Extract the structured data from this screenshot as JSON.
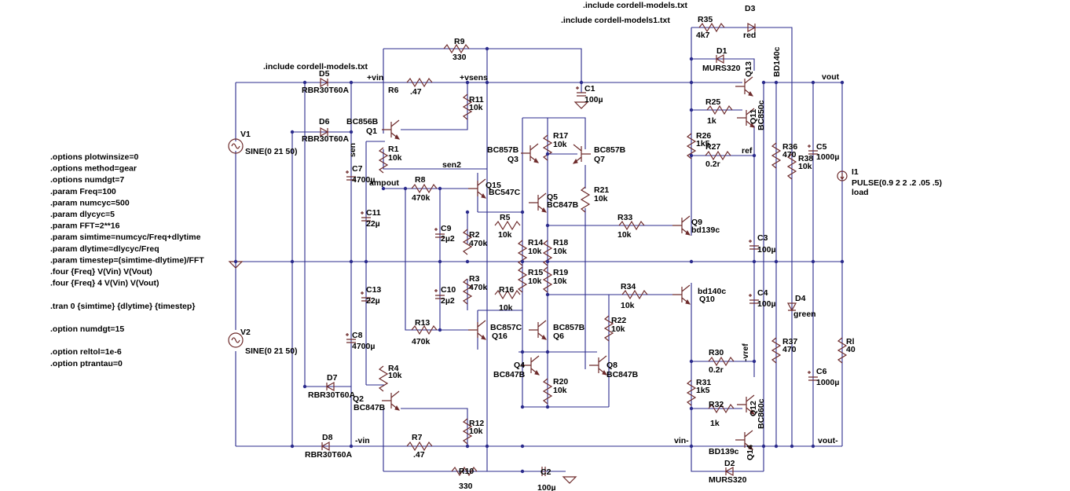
{
  "directives_top": [
    ".include cordell-models.txt",
    ".include cordell-models1.txt"
  ],
  "directive_left_include": ".include cordell-models.txt",
  "spice_directives": [
    ".options plotwinsize=0",
    ".options method=gear",
    ".options numdgt=7",
    ".param Freq=100",
    ".param numcyc=500",
    ".param dlycyc=5",
    ".param FFT=2**16",
    ".param simtime=numcyc/Freq+dlytime",
    ".param dlytime=dlycyc/Freq",
    ".param timestep=(simtime-dlytime)/FFT",
    ".four {Freq} V(Vin) V(Vout)",
    ".four {Freq} 4 V(Vin) V(Vout)",
    "",
    ".tran 0 {simtime} {dlytime} {timestep}",
    "",
    ".option numdgt=15",
    "",
    ".option reltol=1e-6",
    ".option ptrantau=0"
  ],
  "labels": [
    {
      "id": "V1",
      "text": "V1"
    },
    {
      "id": "V1v",
      "text": "SINE(0 21 50)"
    },
    {
      "id": "V2",
      "text": "V2"
    },
    {
      "id": "V2v",
      "text": "SINE(0 21 50)"
    },
    {
      "id": "D5",
      "text": "D5"
    },
    {
      "id": "D5v",
      "text": "RBR30T60A"
    },
    {
      "id": "D6",
      "text": "D6"
    },
    {
      "id": "D6v",
      "text": "RBR30T60A"
    },
    {
      "id": "D7",
      "text": "D7"
    },
    {
      "id": "D7v",
      "text": "RBR30T60A"
    },
    {
      "id": "D8",
      "text": "D8"
    },
    {
      "id": "D8v",
      "text": "RBR30T60A"
    },
    {
      "id": "C7",
      "text": "C7"
    },
    {
      "id": "C7v",
      "text": "4700µ"
    },
    {
      "id": "C8",
      "text": "C8"
    },
    {
      "id": "C8v",
      "text": "4700µ"
    },
    {
      "id": "C11",
      "text": "C11"
    },
    {
      "id": "C11v",
      "text": "22µ"
    },
    {
      "id": "C13",
      "text": "C13"
    },
    {
      "id": "C13v",
      "text": "22µ"
    },
    {
      "id": "vin",
      "text": "+vin"
    },
    {
      "id": "mvin",
      "text": "-vin"
    },
    {
      "id": "vsens",
      "text": "+vsens"
    },
    {
      "id": "R6",
      "text": "R6"
    },
    {
      "id": "R6v",
      "text": ".47"
    },
    {
      "id": "R7",
      "text": "R7"
    },
    {
      "id": "R7v",
      "text": ".47"
    },
    {
      "id": "R9",
      "text": "R9"
    },
    {
      "id": "R9v",
      "text": "330"
    },
    {
      "id": "R10",
      "text": "R10"
    },
    {
      "id": "R10v",
      "text": "330"
    },
    {
      "id": "C1",
      "text": "C1"
    },
    {
      "id": "C1v",
      "text": "100µ"
    },
    {
      "id": "C2",
      "text": "C2"
    },
    {
      "id": "C2v",
      "text": "100µ"
    },
    {
      "id": "R11",
      "text": "R11"
    },
    {
      "id": "R11v",
      "text": "10k"
    },
    {
      "id": "R12",
      "text": "R12"
    },
    {
      "id": "R12v",
      "text": "10k"
    },
    {
      "id": "Q1t",
      "text": "BC856B"
    },
    {
      "id": "Q1",
      "text": "Q1"
    },
    {
      "id": "sen",
      "text": "sen"
    },
    {
      "id": "sen2",
      "text": "sen2"
    },
    {
      "id": "R1",
      "text": "R1"
    },
    {
      "id": "R1v",
      "text": "10k"
    },
    {
      "id": "ampout",
      "text": "ampout"
    },
    {
      "id": "R8",
      "text": "R8"
    },
    {
      "id": "R8v",
      "text": "470k"
    },
    {
      "id": "R13",
      "text": "R13"
    },
    {
      "id": "R13v",
      "text": "470k"
    },
    {
      "id": "R4",
      "text": "R4"
    },
    {
      "id": "R4v",
      "text": "10k"
    },
    {
      "id": "Q2",
      "text": "Q2"
    },
    {
      "id": "Q2t",
      "text": "BC847B"
    },
    {
      "id": "Q3t",
      "text": "BC857B"
    },
    {
      "id": "Q3",
      "text": "Q3"
    },
    {
      "id": "Q15",
      "text": "Q15"
    },
    {
      "id": "Q15t",
      "text": "BC547C"
    },
    {
      "id": "C9",
      "text": "C9"
    },
    {
      "id": "C9v",
      "text": "2µ2"
    },
    {
      "id": "C10",
      "text": "C10"
    },
    {
      "id": "C10v",
      "text": "2µ2"
    },
    {
      "id": "R2",
      "text": "R2"
    },
    {
      "id": "R2v",
      "text": "470k"
    },
    {
      "id": "R3",
      "text": "R3"
    },
    {
      "id": "R3v",
      "text": "470k"
    },
    {
      "id": "R5",
      "text": "R5"
    },
    {
      "id": "R5v",
      "text": "10k"
    },
    {
      "id": "R16",
      "text": "R16"
    },
    {
      "id": "R16v",
      "text": "10k"
    },
    {
      "id": "Q16t",
      "text": "BC857C"
    },
    {
      "id": "Q16",
      "text": "Q16"
    },
    {
      "id": "Q4",
      "text": "Q4"
    },
    {
      "id": "Q4t",
      "text": "BC847B"
    },
    {
      "id": "R17",
      "text": "R17"
    },
    {
      "id": "R17v",
      "text": "10k"
    },
    {
      "id": "Q7t",
      "text": "BC857B"
    },
    {
      "id": "Q7",
      "text": "Q7"
    },
    {
      "id": "Q5",
      "text": "Q5"
    },
    {
      "id": "Q5t",
      "text": "BC847B"
    },
    {
      "id": "R21",
      "text": "R21"
    },
    {
      "id": "R21v",
      "text": "10k"
    },
    {
      "id": "R14",
      "text": "R14"
    },
    {
      "id": "R14v",
      "text": "10k"
    },
    {
      "id": "R18",
      "text": "R18"
    },
    {
      "id": "R18v",
      "text": "10k"
    },
    {
      "id": "R15",
      "text": "R15"
    },
    {
      "id": "R15v",
      "text": "10k"
    },
    {
      "id": "R19",
      "text": "R19"
    },
    {
      "id": "R19v",
      "text": "10k"
    },
    {
      "id": "Q6t",
      "text": "BC857B"
    },
    {
      "id": "Q6",
      "text": "Q6"
    },
    {
      "id": "R22",
      "text": "R22"
    },
    {
      "id": "R22v",
      "text": "10k"
    },
    {
      "id": "R20",
      "text": "R20"
    },
    {
      "id": "R20v",
      "text": "10k"
    },
    {
      "id": "Q8",
      "text": "Q8"
    },
    {
      "id": "Q8t",
      "text": "BC847B"
    },
    {
      "id": "R33",
      "text": "R33"
    },
    {
      "id": "R33v",
      "text": "10k"
    },
    {
      "id": "R34",
      "text": "R34"
    },
    {
      "id": "R34v",
      "text": "10k"
    },
    {
      "id": "Q9",
      "text": "Q9"
    },
    {
      "id": "Q9t",
      "text": "bd139c"
    },
    {
      "id": "Q10t",
      "text": "bd140c"
    },
    {
      "id": "Q10",
      "text": "Q10"
    },
    {
      "id": "R35",
      "text": "R35"
    },
    {
      "id": "R35v",
      "text": "4k7"
    },
    {
      "id": "D3",
      "text": "D3"
    },
    {
      "id": "D3v",
      "text": "red"
    },
    {
      "id": "D1",
      "text": "D1"
    },
    {
      "id": "D1v",
      "text": "MURS320"
    },
    {
      "id": "Q13",
      "text": "Q13"
    },
    {
      "id": "Q13t",
      "text": "BD140c"
    },
    {
      "id": "R25",
      "text": "R25"
    },
    {
      "id": "R25v",
      "text": "1k"
    },
    {
      "id": "Q11",
      "text": "Q11"
    },
    {
      "id": "Q11t",
      "text": "BC850c"
    },
    {
      "id": "R26",
      "text": "R26"
    },
    {
      "id": "R26v",
      "text": "1k5"
    },
    {
      "id": "R27",
      "text": "R27"
    },
    {
      "id": "R27v",
      "text": "0.2r"
    },
    {
      "id": "ref",
      "text": "ref"
    },
    {
      "id": "R36",
      "text": "R36"
    },
    {
      "id": "R36v",
      "text": "470"
    },
    {
      "id": "C5",
      "text": "C5"
    },
    {
      "id": "C5v",
      "text": "1000µ"
    },
    {
      "id": "R38",
      "text": "R38"
    },
    {
      "id": "R38v",
      "text": "10k"
    },
    {
      "id": "I1",
      "text": "I1"
    },
    {
      "id": "I1v",
      "text": "PULSE(0.9 2 2 .2 .05 .5)"
    },
    {
      "id": "load",
      "text": "load"
    },
    {
      "id": "vout",
      "text": "vout"
    },
    {
      "id": "voutm",
      "text": "vout-"
    },
    {
      "id": "vinm",
      "text": "vin-"
    },
    {
      "id": "C3",
      "text": "C3"
    },
    {
      "id": "C3v",
      "text": "100µ"
    },
    {
      "id": "C4",
      "text": "C4"
    },
    {
      "id": "C4v",
      "text": "100µ"
    },
    {
      "id": "D4",
      "text": "D4"
    },
    {
      "id": "D4v",
      "text": "green"
    },
    {
      "id": "R37",
      "text": "R37"
    },
    {
      "id": "R37v",
      "text": "470"
    },
    {
      "id": "Rl",
      "text": "Rl"
    },
    {
      "id": "Rlv",
      "text": "40"
    },
    {
      "id": "R30",
      "text": "R30"
    },
    {
      "id": "R30v",
      "text": "0.2r"
    },
    {
      "id": "vref",
      "text": "-vref"
    },
    {
      "id": "C6",
      "text": "C6"
    },
    {
      "id": "C6v",
      "text": "1000µ"
    },
    {
      "id": "R31",
      "text": "R31"
    },
    {
      "id": "R31v",
      "text": "1k5"
    },
    {
      "id": "Q12",
      "text": "Q12"
    },
    {
      "id": "Q12t",
      "text": "BC860c"
    },
    {
      "id": "R32",
      "text": "R32"
    },
    {
      "id": "R32v",
      "text": "1k"
    },
    {
      "id": "Q14t",
      "text": "BD139c"
    },
    {
      "id": "Q14",
      "text": "Q14"
    },
    {
      "id": "D2",
      "text": "D2"
    },
    {
      "id": "D2v",
      "text": "MURS320"
    }
  ]
}
